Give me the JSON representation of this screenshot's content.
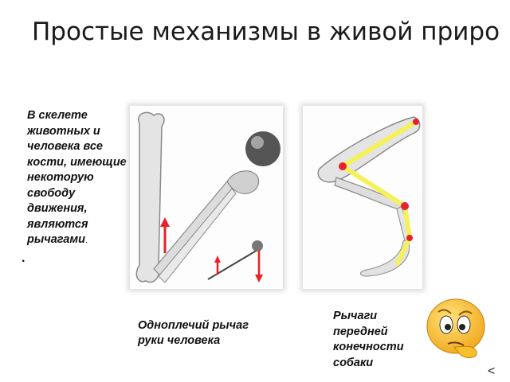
{
  "slide": {
    "title": "Простые механизмы в живой приро",
    "left_text_main": "В скелете животных и человека все кости, имеющие некоторую свободу движения, являются рычагами",
    "left_text_tail": ".",
    "bullet": "·",
    "caption_arm": "Одноплечий рычаг руки человека",
    "caption_dog": "Рычаги передней конечности собаки"
  },
  "nav": {
    "prev_label": "<"
  },
  "colors": {
    "bone": "#e4e4e4",
    "bone_outline": "#8a8a8a",
    "lever_yellow": "#f4f15a",
    "joint_red": "#e8202a",
    "smiley_face": "#f6c02c"
  }
}
